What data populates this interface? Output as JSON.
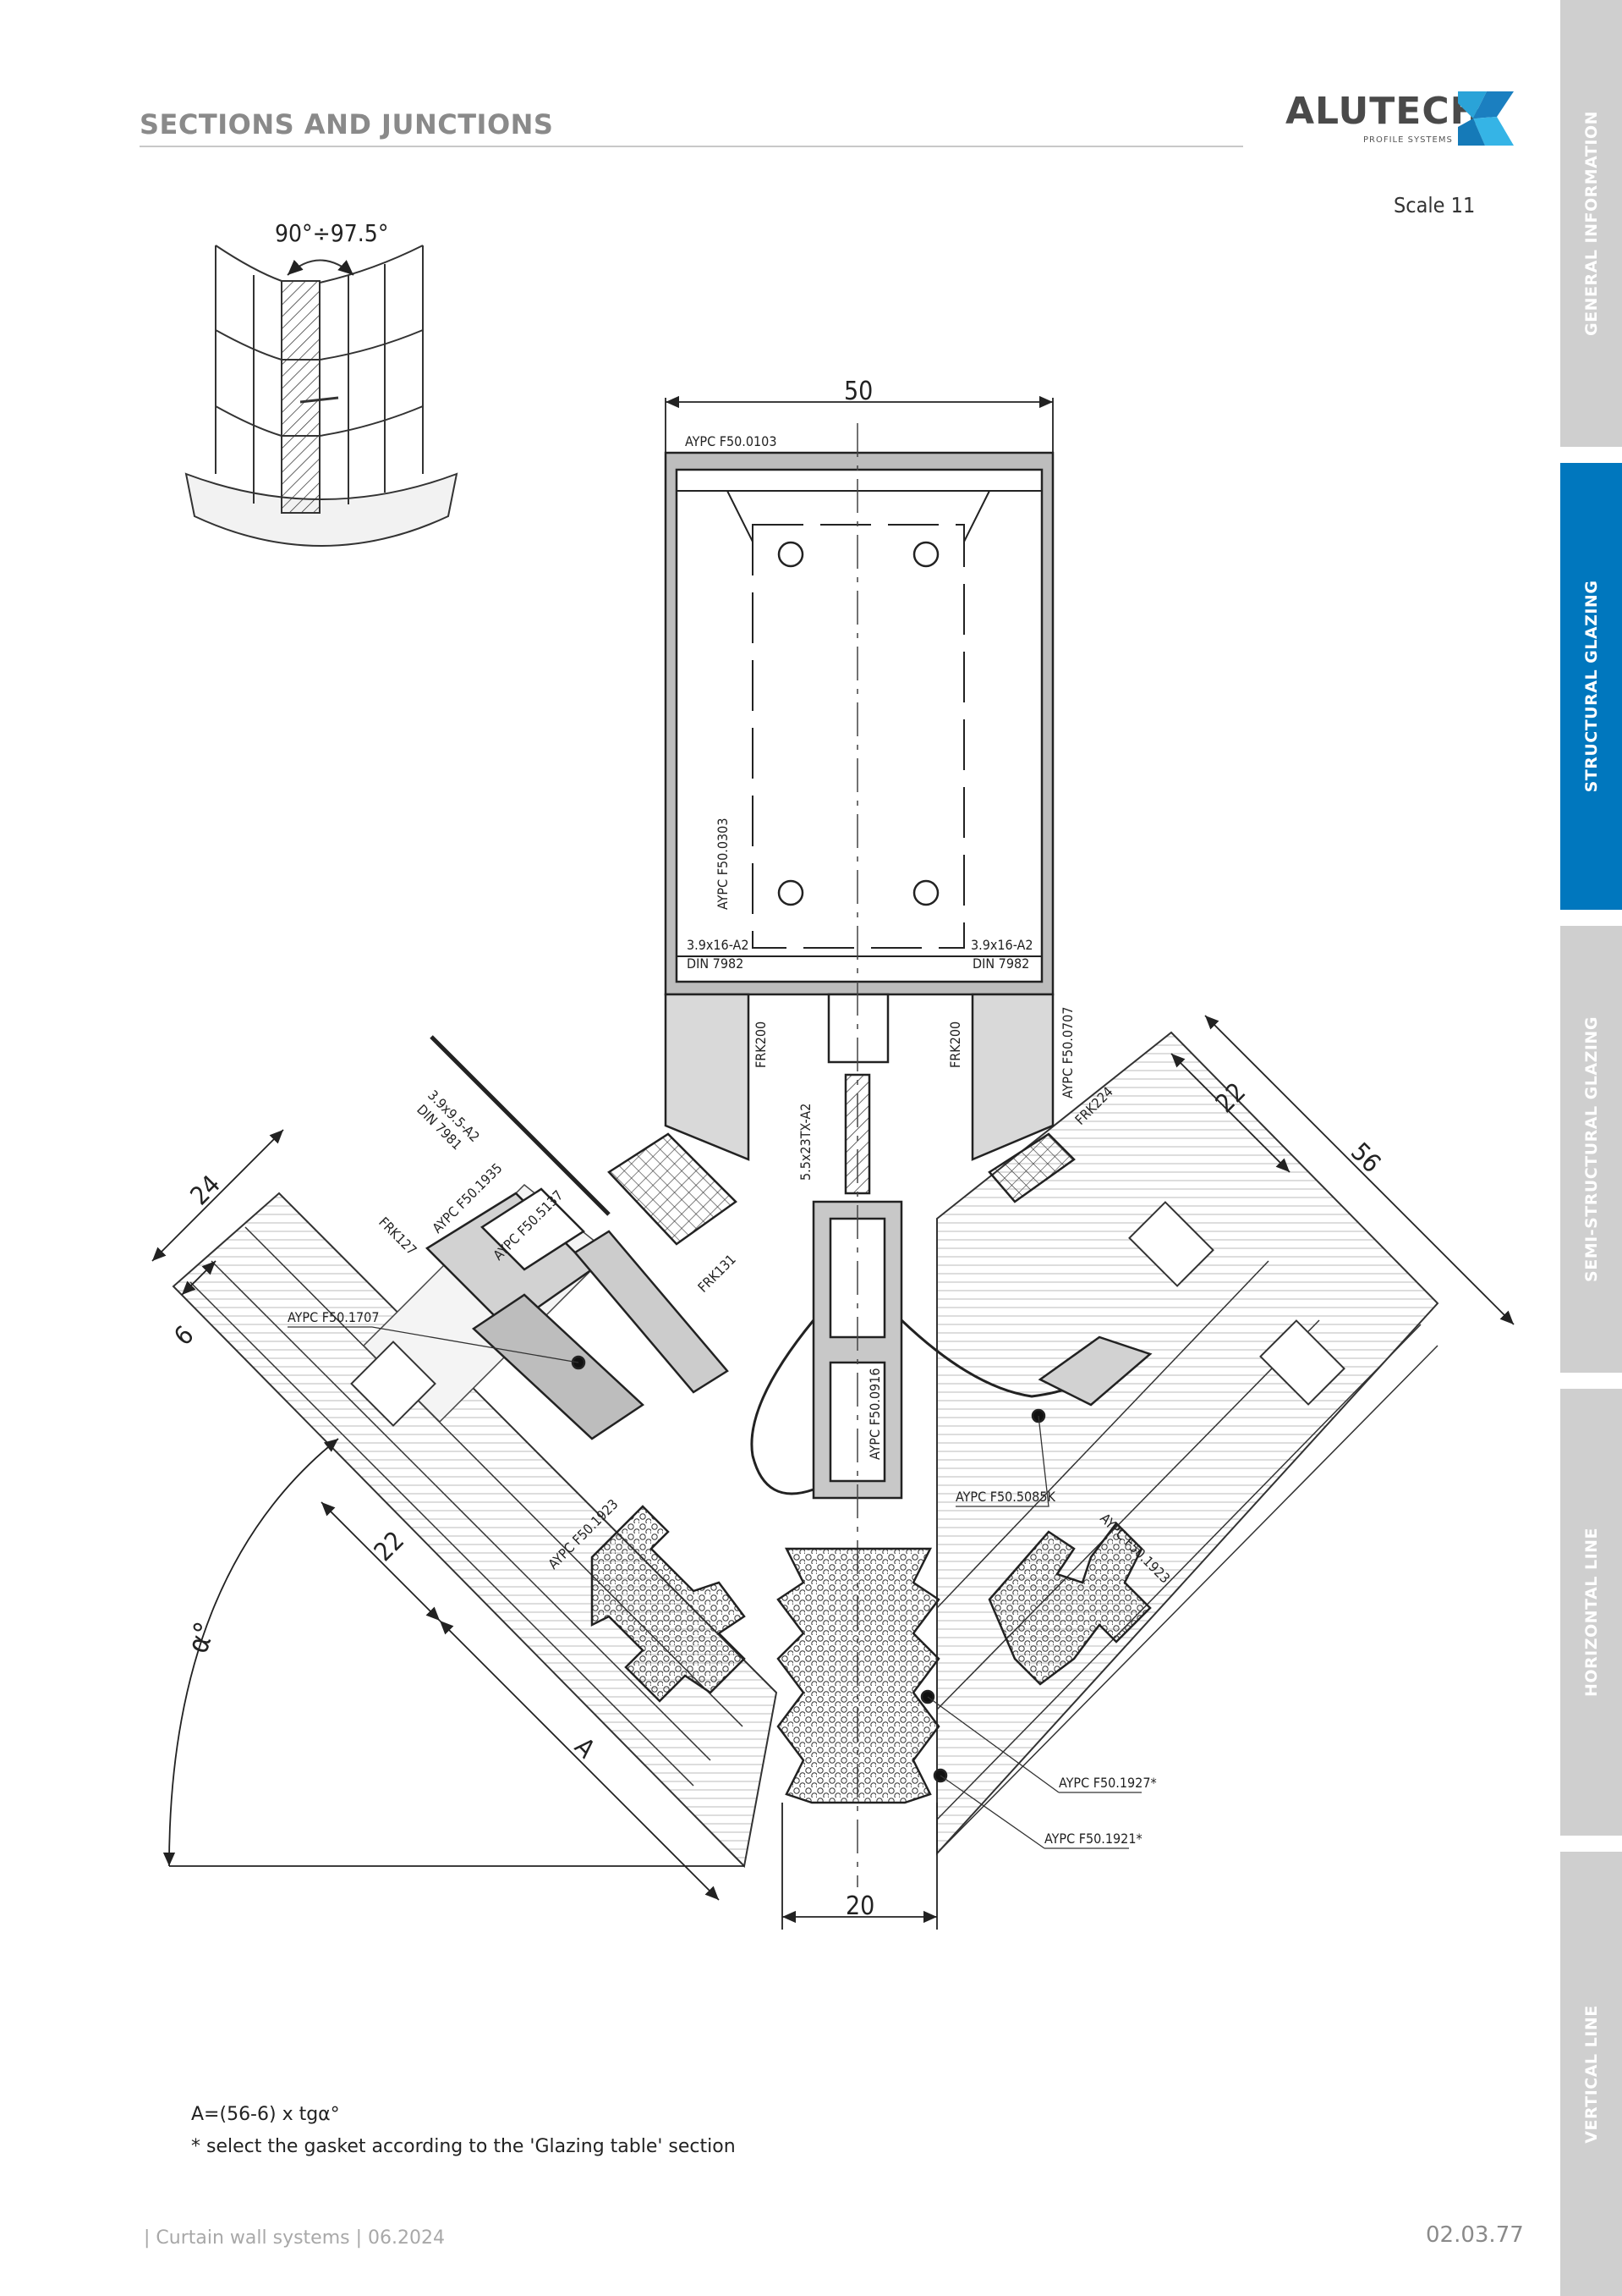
{
  "header": {
    "title": "SECTIONS AND JUNCTIONS"
  },
  "logo": {
    "name": "ALUTECH",
    "subtitle": "PROFILE SYSTEMS"
  },
  "scale_label": "Scale 11",
  "sidebar": {
    "tabs": [
      {
        "label": "GENERAL INFORMATION",
        "active": false
      },
      {
        "label": "STRUCTURAL GLAZING",
        "active": true
      },
      {
        "label": "SEMI-STRUCTURAL GLAZING",
        "active": false
      },
      {
        "label": "HORIZONTAL LINE",
        "active": false
      },
      {
        "label": "VERTICAL LINE",
        "active": false
      }
    ]
  },
  "diagram": {
    "angle_range": "90°÷97.5°",
    "dimensions": {
      "top_width": "50",
      "bottom_width": "20",
      "right_outer": "56",
      "right_inner": "22",
      "left_outer": "24",
      "left_glass": "6",
      "left_lower": "22",
      "a_label": "A",
      "alpha_label": "α°"
    },
    "part_labels": {
      "profile_top": "AYPC F50.0103",
      "profile_mullion": "AYPC F50.0303",
      "screw_left_1": "3.9x16-A2",
      "screw_left_2": "DIN 7982",
      "screw_right_1": "3.9x16-A2",
      "screw_right_2": "DIN 7982",
      "frk200_left": "FRK200",
      "frk200_right": "FRK200",
      "screw_center": "5.5x23TX-A2",
      "profile_0707": "AYPC F50.0707",
      "frk224": "FRK224",
      "screw_diag_1": "3.9x9.5-A2",
      "screw_diag_2": "DIN 7981",
      "profile_1935": "AYPC F50.1935",
      "profile_5137": "AYPC F50.5137",
      "frk127": "FRK127",
      "frk131": "FRK131",
      "profile_1707": "AYPC F50.1707",
      "profile_0916": "AYPC F50.0916",
      "profile_5085k": "AYPC F50.5085K",
      "gasket_left": "AYPC F50.1923",
      "gasket_right": "AYPC F50.1923",
      "gasket_1927": "AYPC F50.1927*",
      "gasket_1921": "AYPC F50.1921*"
    }
  },
  "notes": {
    "formula": "A=(56-6) x tgα°",
    "footnote": "* select the gasket according to the 'Glazing table' section"
  },
  "footer": {
    "left": "| Curtain wall systems | 06.2024",
    "page_number": "02.03.77"
  },
  "colors": {
    "accent": "#0077be",
    "tab_inactive": "#cfcfcf",
    "header_text": "#8a8a8a"
  }
}
